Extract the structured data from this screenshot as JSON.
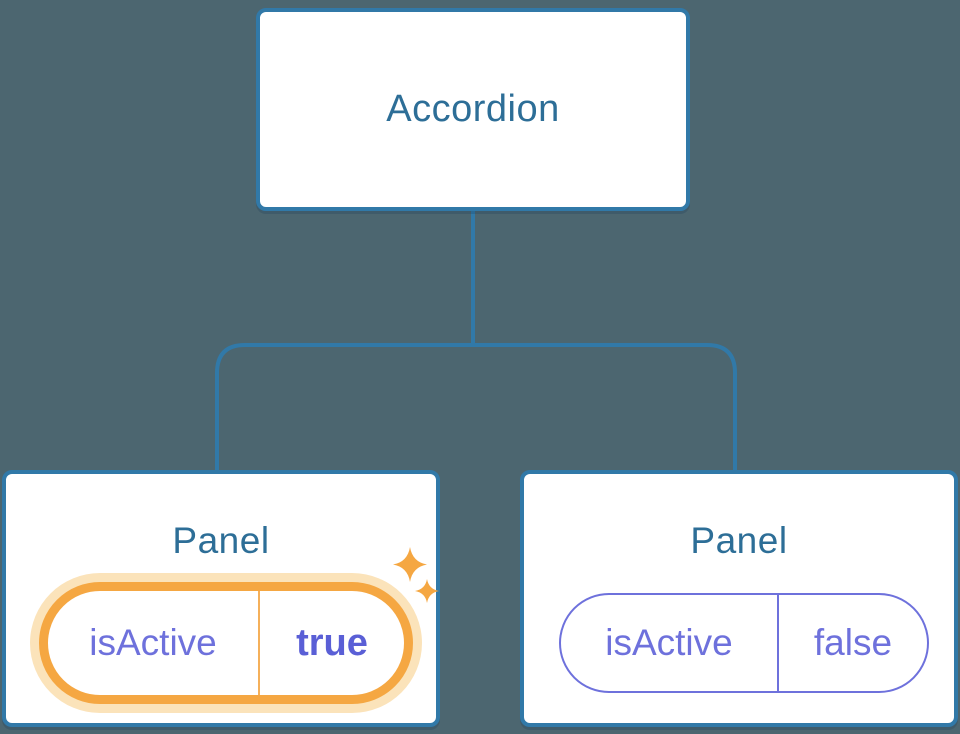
{
  "diagram": {
    "description": "Component tree: Accordion parent with two Panel children showing isActive state",
    "root": {
      "label": "Accordion"
    },
    "children": [
      {
        "label": "Panel",
        "state": {
          "key": "isActive",
          "value": "true"
        },
        "highlighted": true,
        "icon": "sparkle-icon"
      },
      {
        "label": "Panel",
        "state": {
          "key": "isActive",
          "value": "false"
        },
        "highlighted": false
      }
    ],
    "colors": {
      "background": "#4C6670",
      "node_background": "#FFFFFF",
      "node_border": "#3179A8",
      "node_text": "#2D6E97",
      "state_purple": "#6E71DC",
      "state_value_bold": "#5A5FD6",
      "highlight_orange": "#F5A742",
      "highlight_divider": "#F5B05A",
      "highlight_glow": "#FBE3BA"
    }
  }
}
